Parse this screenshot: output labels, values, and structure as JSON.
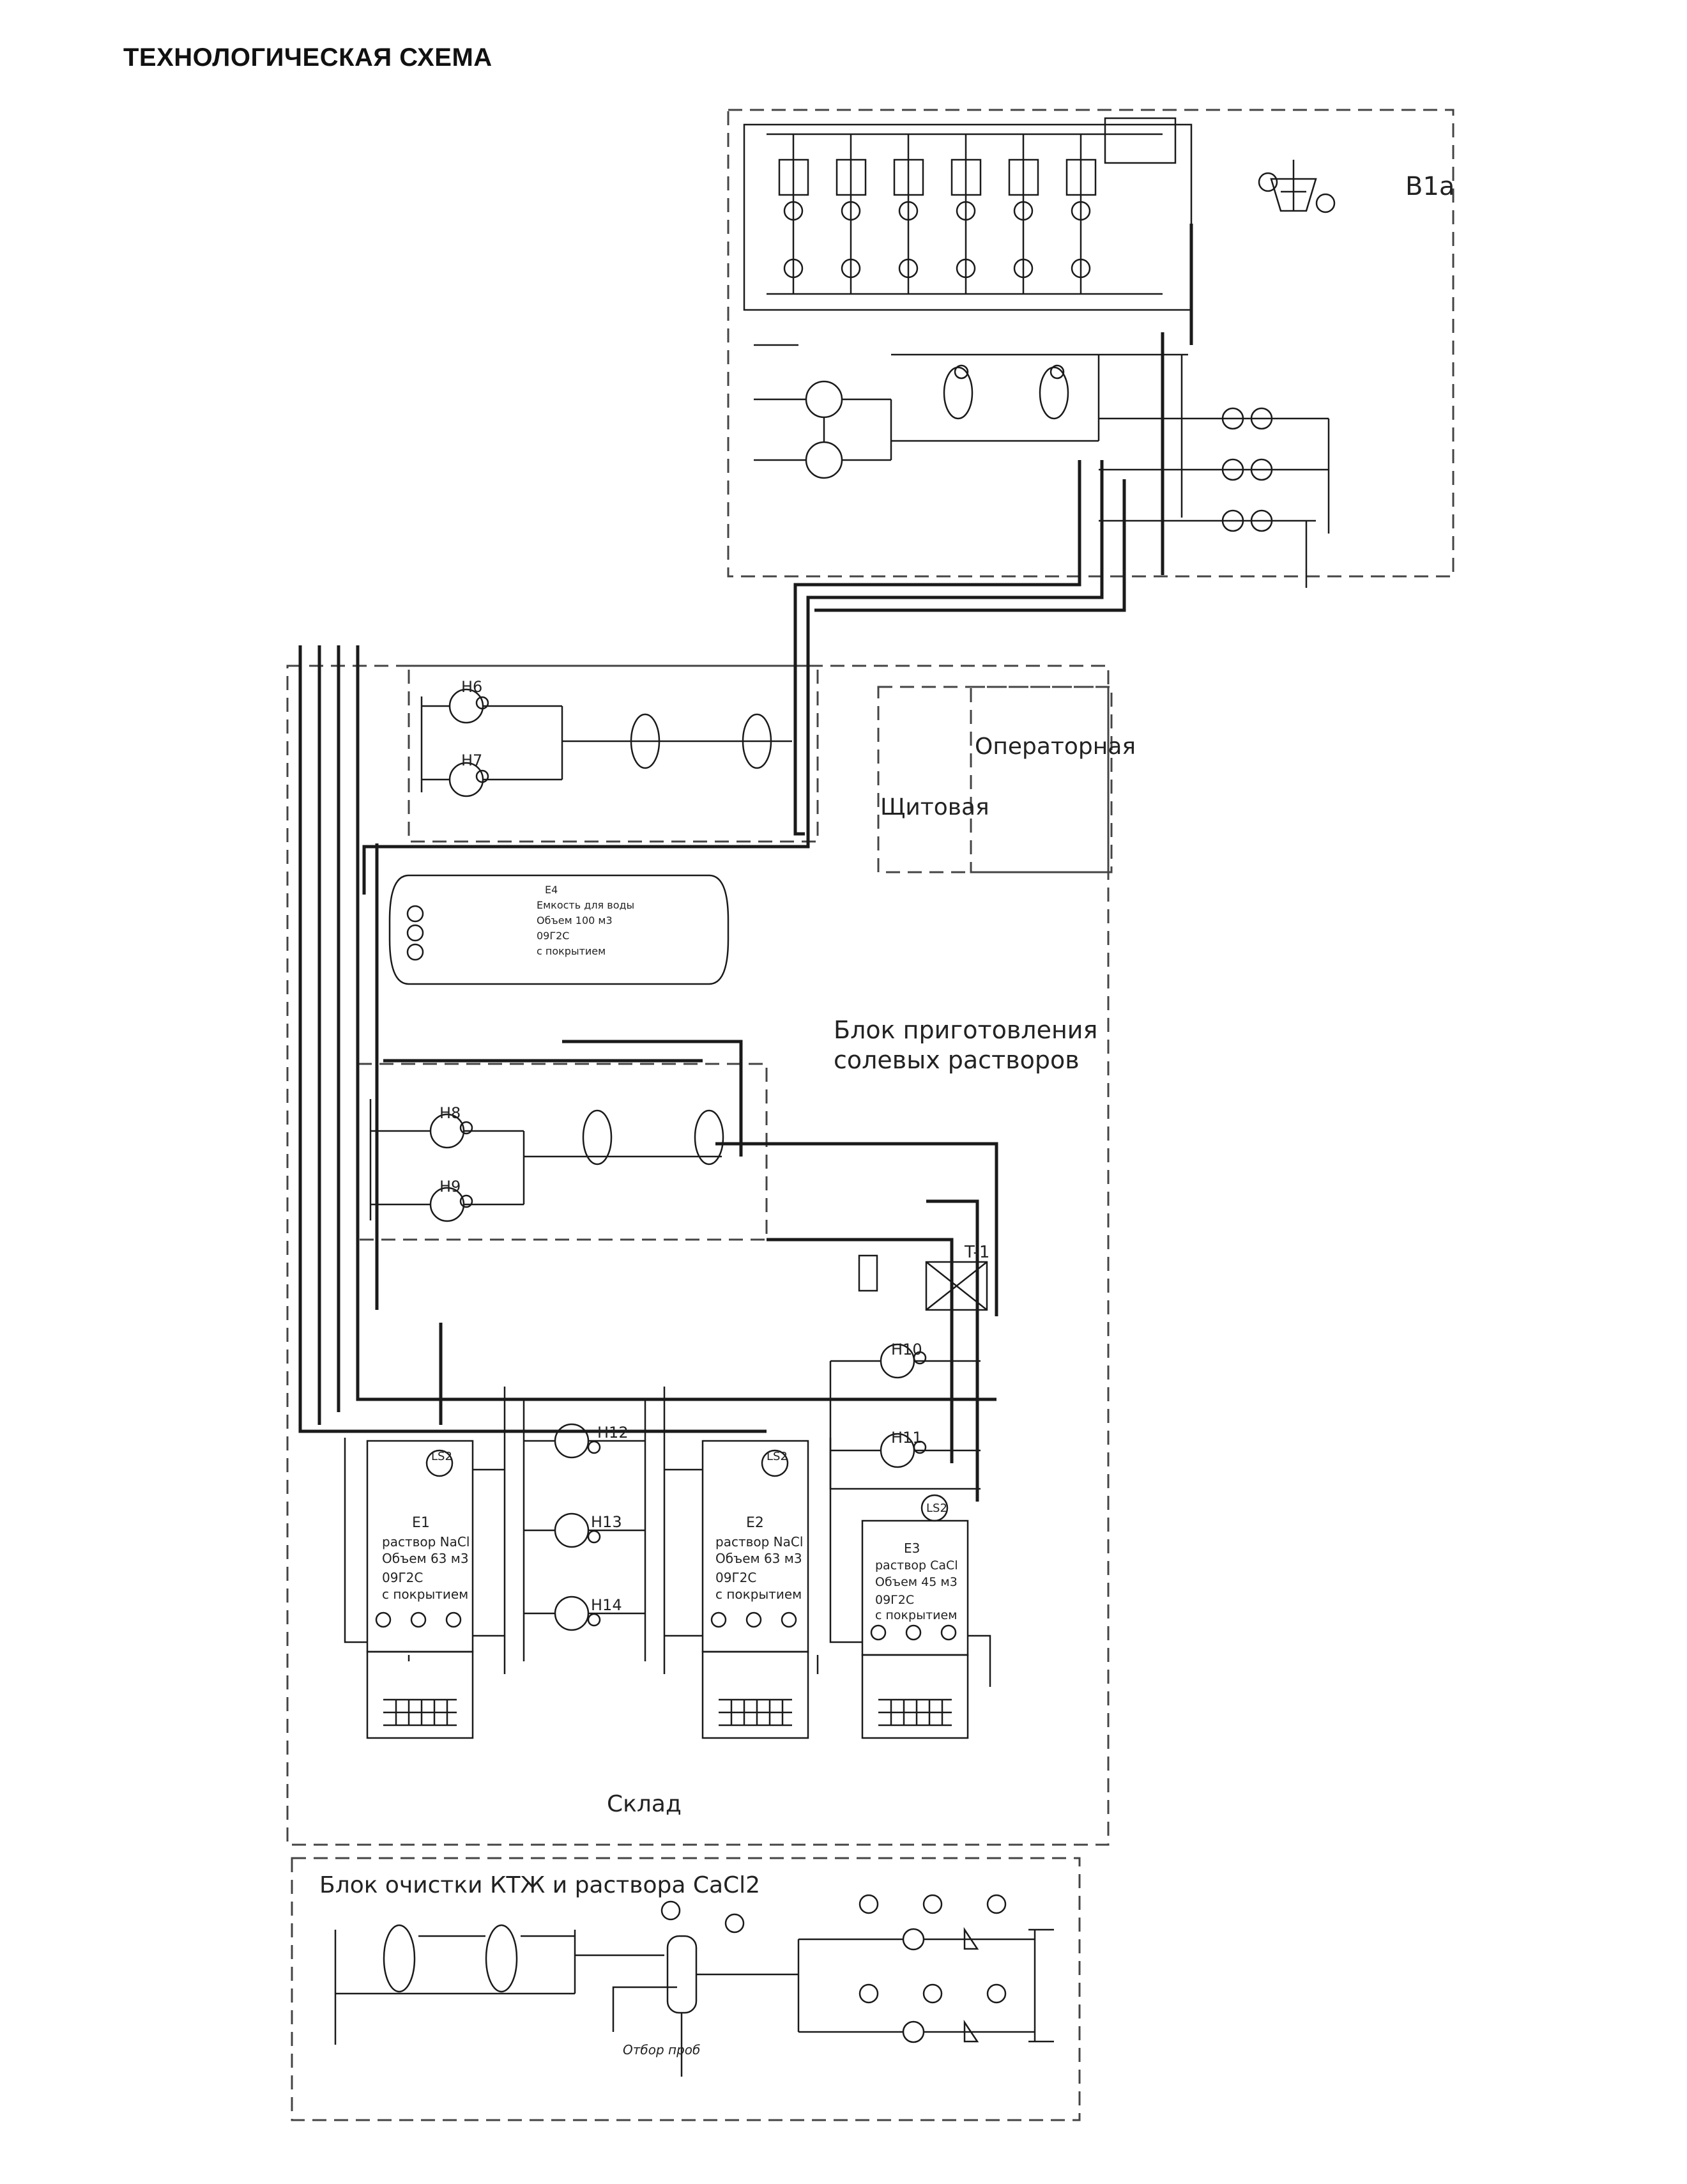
{
  "title": "ТЕХНОЛОГИЧЕСКАЯ СХЕМА",
  "colors": {
    "line": "#1a1a1a",
    "background": "#ffffff",
    "frame": "#444444"
  },
  "blocks": {
    "b1a": "B1a",
    "operator_room": "Операторная",
    "panel_room": "Щитовая",
    "salt_prep": [
      "Блок приготовления",
      "солевых растворов"
    ],
    "warehouse": "Склад",
    "cleaning": "Блок очистки КТЖ и раствора CaCl2"
  },
  "pumps": [
    "H6",
    "H7",
    "H8",
    "H9",
    "H10",
    "H11",
    "H12",
    "H13",
    "H14"
  ],
  "heat_exchanger": "T-1",
  "tanks": {
    "e4": [
      "Е4",
      "Емкость для воды",
      "Объем 100 м3",
      "09Г2С",
      "с покрытием"
    ],
    "e1": [
      "Е1",
      "раствор NaCl",
      "Объем 63 м3",
      "09Г2С",
      "с покрытием"
    ],
    "e2": [
      "Е2",
      "раствор NaCl",
      "Объем 63 м3",
      "09Г2С",
      "с покрытием"
    ],
    "e3": [
      "Е3",
      "раствор CaCl",
      "Объем 45 м3",
      "09Г2С",
      "с покрытием"
    ]
  },
  "level_sensor": "LS2",
  "sample_label": "Отбор проб"
}
